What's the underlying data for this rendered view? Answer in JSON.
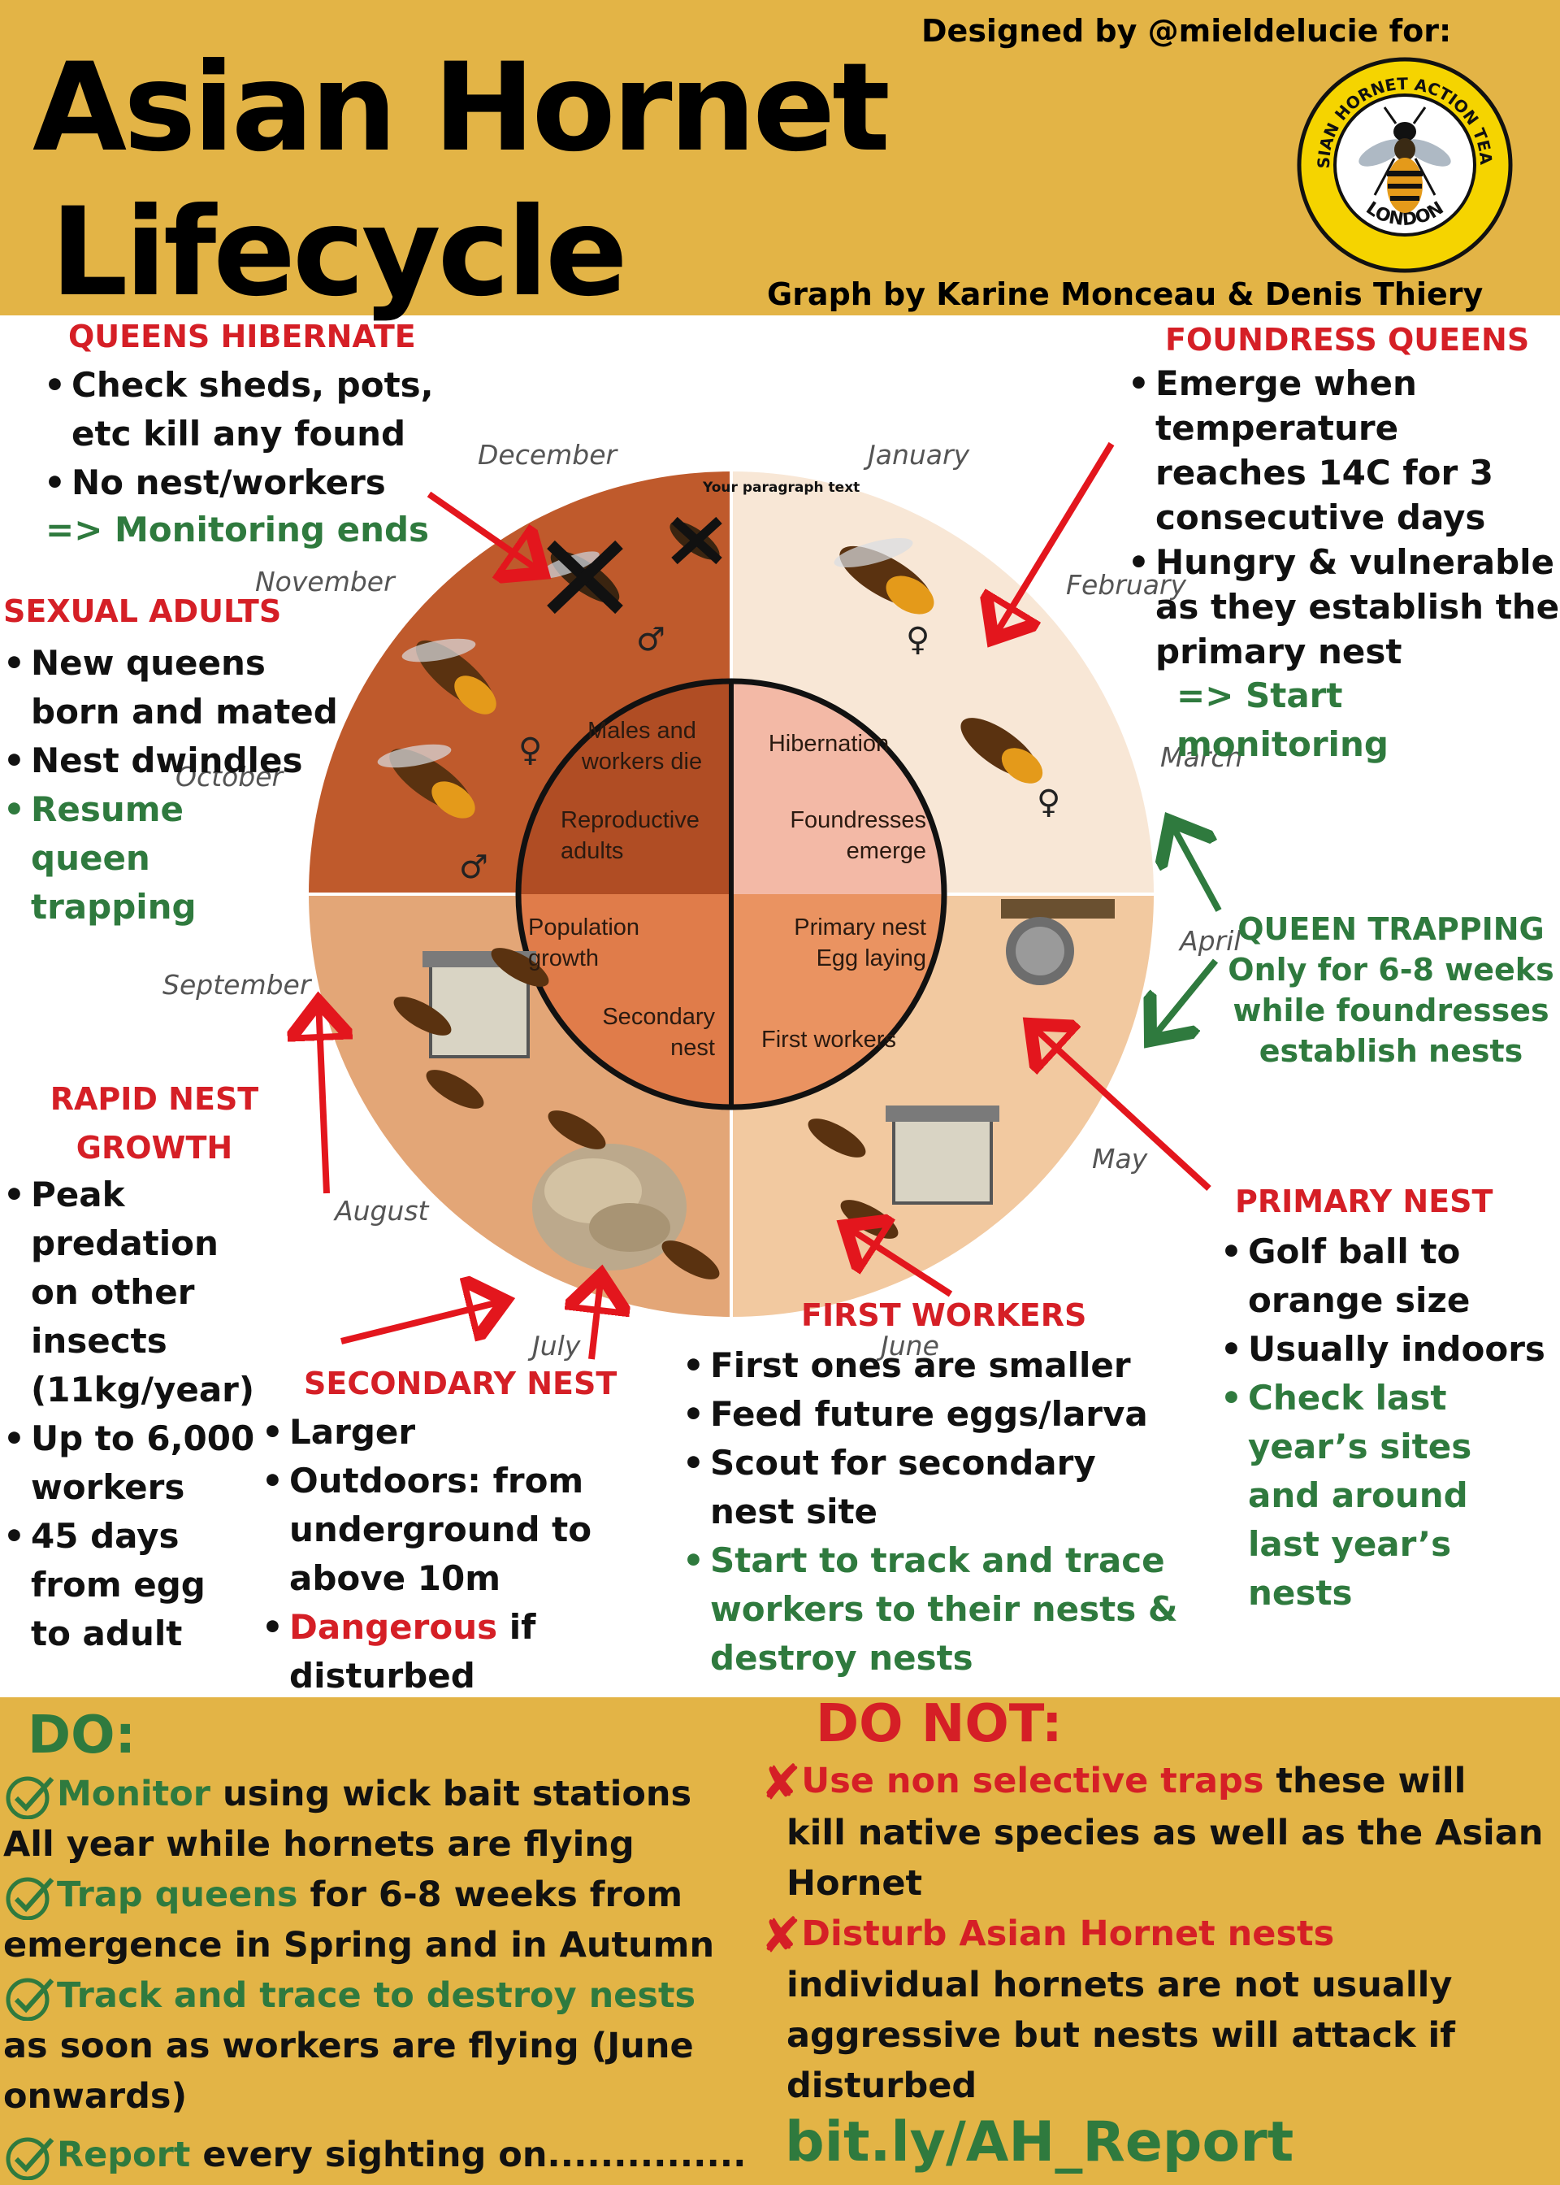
{
  "header": {
    "title_line1": "Asian Hornet",
    "title_line2": "Lifecycle",
    "designed_by": "Designed by @mieldelucie for:",
    "graph_by": "Graph by Karine Monceau & Denis Thiery",
    "logo_ring_text": "ASIAN HORNET ACTION TEAM",
    "logo_bottom_text": "LONDON"
  },
  "wheel": {
    "months": [
      "December",
      "January",
      "February",
      "March",
      "April",
      "May",
      "June",
      "July",
      "August",
      "September",
      "October",
      "November"
    ],
    "placeholder": "Your paragraph text",
    "inner": {
      "q1_top": "Males and workers die",
      "q1_bottom": "Reproductive adults",
      "q2_top": "Hibernation",
      "q2_bottom": "Foundresses emerge",
      "q3_top": "Population growth",
      "q3_bottom": "Secondary nest",
      "q4_top": "Primary nest Egg laying",
      "q4_bottom": "First workers"
    }
  },
  "sections": {
    "queens_hibernate": {
      "heading": "QUEENS HIBERNATE",
      "items": [
        "Check sheds, pots, etc  kill any found",
        "No nest/workers"
      ],
      "note": "=> Monitoring ends"
    },
    "foundress_queens": {
      "heading": "FOUNDRESS QUEENS",
      "items": [
        "Emerge when temperature reaches 14C for 3 consecutive days",
        "Hungry & vulnerable as they establish the primary nest"
      ],
      "note": "=> Start monitoring"
    },
    "sexual_adults": {
      "heading": "SEXUAL ADULTS",
      "items": [
        "New queens born and mated",
        "Nest dwindles"
      ],
      "green_item": "Resume queen trapping"
    },
    "queen_trapping": {
      "heading": "QUEEN TRAPPING",
      "text": "Only for 6-8 weeks while foundresses establish nests"
    },
    "rapid_growth": {
      "heading_line1": "RAPID NEST",
      "heading_line2": "GROWTH",
      "items": [
        "Peak predation on other insects (11kg/year)",
        "Up to 6,000 workers",
        "45 days from egg to adult"
      ]
    },
    "primary_nest": {
      "heading": "PRIMARY NEST",
      "items": [
        "Golf ball to orange size",
        "Usually indoors"
      ],
      "green_item": "Check last year’s sites and around last year’s nests"
    },
    "first_workers": {
      "heading": "FIRST WORKERS",
      "items": [
        "First ones are smaller",
        "Feed future eggs/larva",
        "Scout for secondary nest site"
      ],
      "green_item": "Start to track and trace workers to their nests & destroy nests"
    },
    "secondary_nest": {
      "heading": "SECONDARY NEST",
      "items": [
        "Larger",
        "Outdoors: from underground to above 10m"
      ],
      "danger_word": "Dangerous",
      "danger_rest": " if disturbed"
    }
  },
  "do": {
    "heading": "DO:",
    "items": [
      {
        "green": "Monitor",
        "rest": " using wick bait stations",
        "cont": "All year while hornets are flying"
      },
      {
        "green": "Trap queens",
        "rest": " for 6-8 weeks from",
        "cont": "emergence in Spring and in Autumn"
      },
      {
        "green": "Track and trace to destroy nests",
        "rest": "",
        "cont": "as soon as workers are flying (June",
        "cont2": "onwards)"
      },
      {
        "green": "Report",
        "rest": " every sighting on..............."
      }
    ]
  },
  "dont": {
    "heading": "DO NOT:",
    "items": [
      {
        "red": "Use non selective traps",
        "rest": " these will",
        "cont": "kill native species as well as the Asian",
        "cont2": "Hornet"
      },
      {
        "red": "Disturb Asian Hornet nests",
        "cont": " individual hornets are not usually",
        "cont2": "aggressive but nests will attack if",
        "cont3": "disturbed"
      }
    ],
    "link": "bit.ly/AH_Report"
  },
  "colors": {
    "gold": "#e3b446",
    "red": "#d51f26",
    "green": "#2f7a3e",
    "wheel_dark": "#b5542a",
    "wheel_light": "#f6e4d3"
  }
}
